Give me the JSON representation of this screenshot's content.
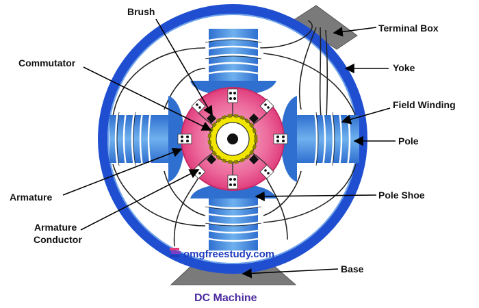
{
  "diagram": {
    "caption": "DC Machine",
    "watermark": "omgfreestudy.com",
    "watermark_icon": "books-icon",
    "labels": {
      "brush": "Brush",
      "commutator": "Commutator",
      "armature": "Armature",
      "armature_conductor_line1": "Armature",
      "armature_conductor_line2": "Conductor",
      "terminal_box": "Terminal Box",
      "yoke": "Yoke",
      "field_winding": "Field Winding",
      "pole": "Pole",
      "pole_shoe": "Pole Shoe",
      "base": "Base"
    },
    "colors": {
      "yoke_blue": "#1f4fd0",
      "pole_blue": "#3b83de",
      "pole_light": "#6fb1ee",
      "armature_pink": "#e84a86",
      "armature_light": "#f7b6cf",
      "commutator_yellow": "#f2e600",
      "base_gray": "#7a7a7a",
      "caption_purple": "#4b2a9e",
      "watermark_blue": "#1f3bbf"
    }
  }
}
